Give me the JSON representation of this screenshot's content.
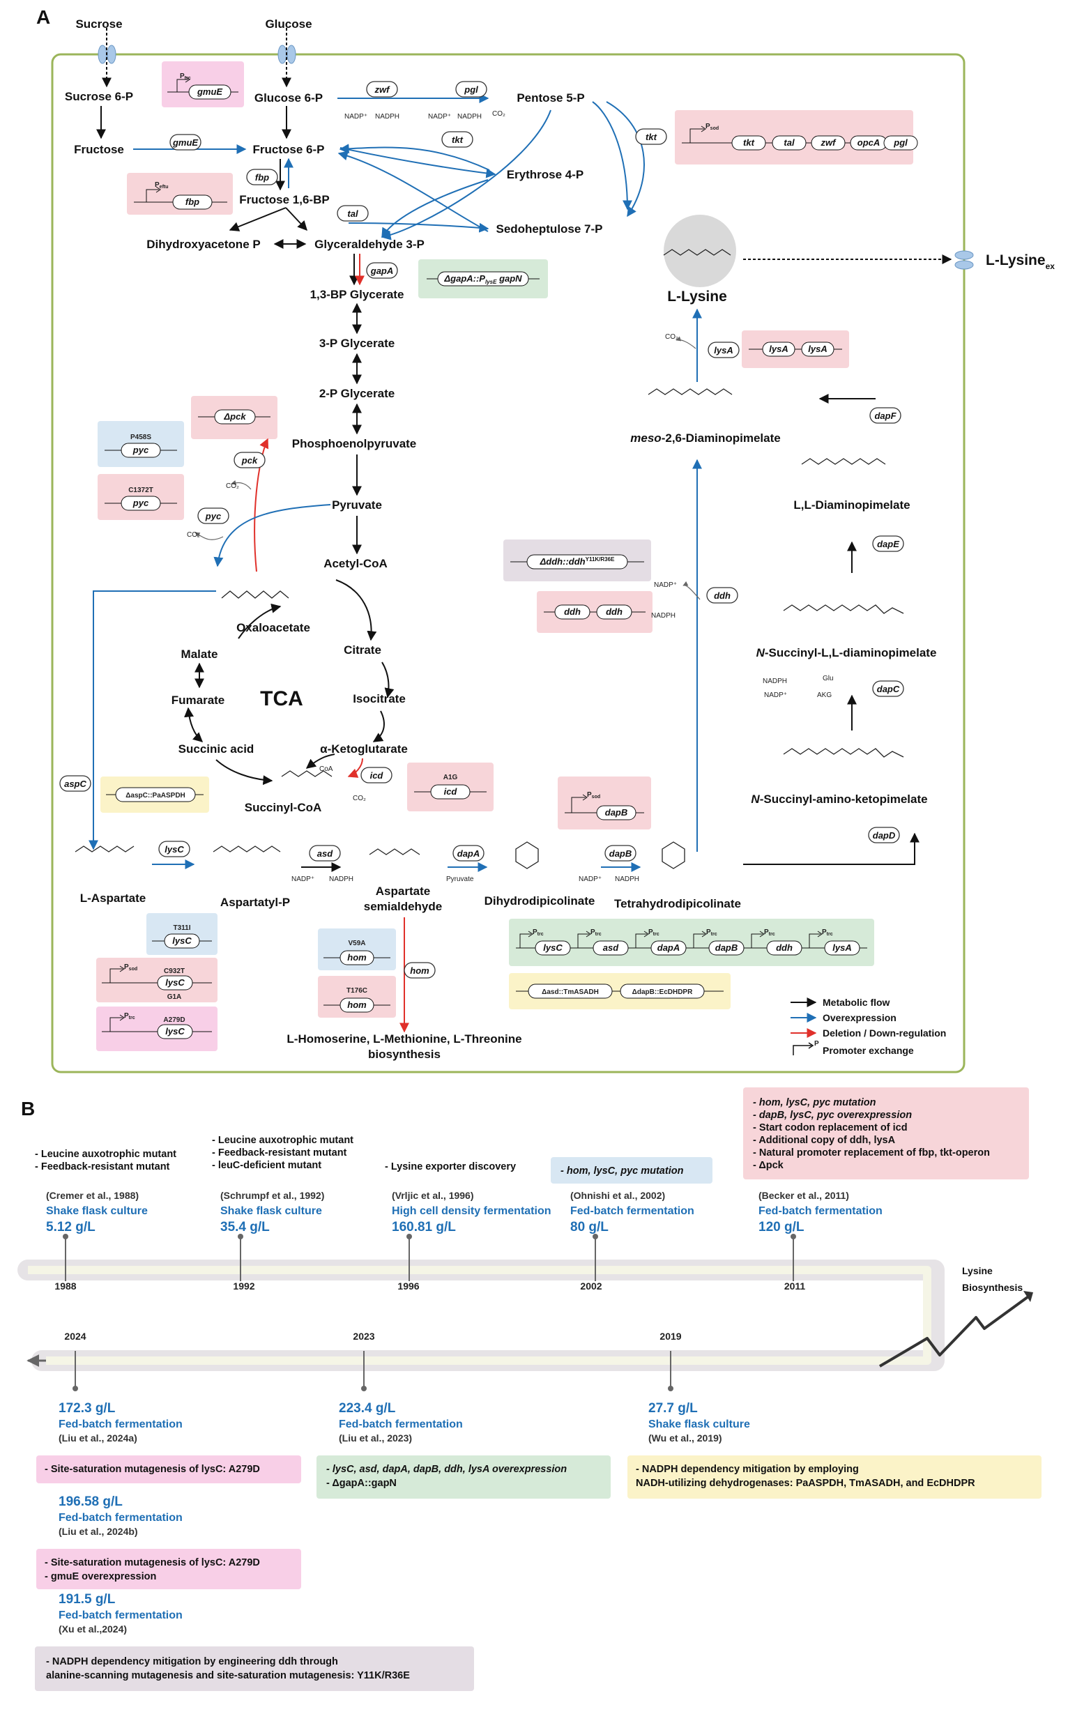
{
  "panels": {
    "a": "A",
    "b": "B"
  },
  "colors": {
    "metabolic": "#111111",
    "overexpression": "#1f6fb5",
    "deletion": "#e0302a",
    "cell_border": "#9bb55a",
    "pink": "#f7d5d9",
    "blue": "#d8e7f3",
    "green": "#d6ead8",
    "yellow": "#fbf3c8",
    "magenta": "#f8cfe7",
    "grey": "#e4dde4"
  },
  "metabolites": {
    "sucrose": "Sucrose",
    "glucose": "Glucose",
    "sucrose6p": "Sucrose 6-P",
    "glucose6p": "Glucose 6-P",
    "pentose5p": "Pentose 5-P",
    "fructose": "Fructose",
    "fructose6p": "Fructose 6-P",
    "erythrose4p": "Erythrose 4-P",
    "fructose16bp": "Fructose 1,6-BP",
    "dhap": "Dihydroxyacetone P",
    "g3p": "Glyceraldehyde 3-P",
    "sedoheptulose": "Sedoheptulose 7-P",
    "bpg": "1,3-BP Glycerate",
    "pg3": "3-P Glycerate",
    "pg2": "2-P Glycerate",
    "pep": "Phosphoenolpyruvate",
    "pyruvate": "Pyruvate",
    "acetylcoa": "Acetyl-CoA",
    "oxaloacetate": "Oxaloacetate",
    "citrate": "Citrate",
    "malate": "Malate",
    "isocitrate": "Isocitrate",
    "fumarate": "Fumarate",
    "tca": "TCA",
    "succinic": "Succinic acid",
    "akg": "α-Ketoglutarate",
    "succinylcoa": "Succinyl-CoA",
    "laspartate": "L-Aspartate",
    "aspartylp": "Aspartatyl-P",
    "asa1": "Aspartate",
    "asa2": "semialdehyde",
    "dhdp": "Dihydrodipicolinate",
    "thdp": "Tetrahydrodipicolinate",
    "homoserine1": "L-Homoserine, L-Methionine, L-Threonine",
    "homoserine2": "biosynthesis",
    "llysine": "L-Lysine",
    "lysine_ex": "L-Lysine",
    "lysine_ex_sub": "ex",
    "mesodap_prefix": "meso",
    "mesodap": "-2,6-Diaminopimelate",
    "lldap": "L,L-Diaminopimelate",
    "nsuccdap_prefix": "N",
    "nsuccdap": "-Succinyl-L,L-diaminopimelate",
    "nsuccakp_prefix": "N",
    "nsuccakp": "-Succinyl-amino-ketopimelate"
  },
  "cofactors": {
    "nadp": "NADP⁺",
    "nadph": "NADPH",
    "co2": "CO₂",
    "pyruvate": "Pyruvate",
    "glu": "Glu",
    "akg": "AKG",
    "coa": "CoA"
  },
  "enzymes": {
    "zwf": "zwf",
    "pgl": "pgl",
    "tkt": "tkt",
    "gmuE": "gmuE",
    "fbp": "fbp",
    "tal": "tal",
    "gapA": "gapA",
    "pck": "pck",
    "pyc": "pyc",
    "aspC": "aspC",
    "icd": "icd",
    "lysC": "lysC",
    "asd": "asd",
    "dapA": "dapA",
    "dapB": "dapB",
    "hom": "hom",
    "lysA": "lysA",
    "ddh": "ddh",
    "dapF": "dapF",
    "dapE": "dapE",
    "dapC": "dapC",
    "dapD": "dapD"
  },
  "constructs": {
    "gmuE_box": {
      "promoter": "P",
      "promoter_sub": "trc",
      "gene": "gmuE"
    },
    "fbp_box": {
      "promoter": "P",
      "promoter_sub": "eftu",
      "gene": "fbp"
    },
    "tkt_operon": {
      "promoter": "P",
      "promoter_sub": "sod",
      "genes": [
        "tkt",
        "tal",
        "zwf",
        "opcA",
        "pgl"
      ]
    },
    "gapN_box": {
      "text": "ΔgapA::P",
      "sub": "lysE",
      "gene": " gapN"
    },
    "pck_box": {
      "text": "Δpck"
    },
    "pyc_p458s": {
      "mutation": "P458S",
      "gene": "pyc"
    },
    "pyc_c1372t": {
      "mutation": "C1372T",
      "gene": "pyc"
    },
    "aspC_box": {
      "text": "ΔaspC::PaASPDH"
    },
    "icd_box": {
      "mutation": "A1G",
      "gene": "icd"
    },
    "dapB_box": {
      "promoter": "P",
      "promoter_sub": "sod",
      "gene": "dapB"
    },
    "lysA_box": {
      "genes": [
        "lysA",
        "lysA"
      ]
    },
    "ddh_mut": {
      "text": "Δddh::ddh",
      "sup": "Y11K/R36E"
    },
    "ddh_box": {
      "genes": [
        "ddh",
        "ddh"
      ]
    },
    "lysC_t311i": {
      "mutation": "T311I",
      "gene": "lysC"
    },
    "lysC_c932t": {
      "promoter": "P",
      "promoter_sub": "sod",
      "mutation": "C932T",
      "gene": "lysC",
      "mutation2": "G1A"
    },
    "lysC_a279d": {
      "promoter": "P",
      "promoter_sub": "trc",
      "mutation": "A279D",
      "gene": "lysC"
    },
    "hom_v59a": {
      "mutation": "V59A",
      "gene": "hom"
    },
    "hom_t176c": {
      "mutation": "T176C",
      "gene": "hom"
    },
    "big_operon": {
      "promoter": "P",
      "promoter_sub": "trc",
      "genes": [
        "lysC",
        "asd",
        "dapA",
        "dapB",
        "ddh",
        "lysA"
      ]
    },
    "tmasadh_box": {
      "items": [
        "Δasd::TmASADH",
        "ΔdapB::EcDHDPR"
      ]
    }
  },
  "legend": {
    "metabolic": "Metabolic flow",
    "overexpression": "Overexpression",
    "deletion": "Deletion / Down-regulation",
    "promoter": "Promoter exchange",
    "promoter_mark": "P"
  },
  "timeline": {
    "title1": "Lysine",
    "title2": "Biosynthesis",
    "years_top": [
      "1988",
      "1992",
      "1996",
      "2002",
      "2011"
    ],
    "years_bottom": [
      "2024",
      "2023",
      "2019"
    ],
    "e1988": {
      "notes": [
        "- Leucine auxotrophic mutant",
        "- Feedback-resistant mutant"
      ],
      "cite": "(Cremer et al., 1988)",
      "method": "Shake flask culture",
      "titer": "5.12 g/L"
    },
    "e1992": {
      "notes": [
        "- Leucine auxotrophic mutant",
        "- Feedback-resistant mutant",
        "- leuC-deficient mutant"
      ],
      "cite": "(Schrumpf et al., 1992)",
      "method": "Shake flask culture",
      "titer": "35.4 g/L"
    },
    "e1996": {
      "notes": [
        "- Lysine exporter discovery"
      ],
      "cite": "(Vrljic et al., 1996)",
      "method": "High cell density fermentation",
      "titer": "160.81 g/L"
    },
    "e2002": {
      "notes": [
        "- hom, lysC, pyc mutation"
      ],
      "cite": "(Ohnishi et al., 2002)",
      "method": "Fed-batch fermentation",
      "titer": "80 g/L"
    },
    "e2011": {
      "notes": [
        "- hom, lysC, pyc mutation",
        "- dapB, lysC, pyc overexpression",
        "- Start codon replacement of icd",
        "- Additional copy of ddh, lysA",
        "- Natural promoter replacement of fbp, tkt-operon",
        "- Δpck"
      ],
      "cite": "(Becker et al., 2011)",
      "method": "Fed-batch fermentation",
      "titer": "120 g/L"
    },
    "e2024a": {
      "titer": "172.3 g/L",
      "method": "Fed-batch fermentation",
      "cite": "(Liu et al., 2024a)",
      "notes": [
        "- Site-saturation mutagenesis of lysC: A279D"
      ]
    },
    "e2024b": {
      "titer": "196.58 g/L",
      "method": "Fed-batch fermentation",
      "cite": "(Liu et al., 2024b)",
      "notes": [
        "- Site-saturation mutagenesis of lysC: A279D",
        "- gmuE overexpression"
      ]
    },
    "e2024c": {
      "titer": "191.5 g/L",
      "method": "Fed-batch fermentation",
      "cite": "(Xu et al.,2024)",
      "notes": [
        "- NADPH dependency mitigation by engineering ddh through",
        "  alanine-scanning mutagenesis and site-saturation mutagenesis: Y11K/R36E"
      ]
    },
    "e2023": {
      "titer": "223.4 g/L",
      "method": "Fed-batch fermentation",
      "cite": "(Liu et al., 2023)",
      "notes": [
        "- lysC, asd, dapA, dapB, ddh, lysA overexpression",
        "- ΔgapA::gapN"
      ]
    },
    "e2019": {
      "titer": "27.7 g/L",
      "method": "Shake flask culture",
      "cite": "(Wu et al., 2019)",
      "notes": [
        "- NADPH dependency mitigation by employing",
        "  NADH-utilizing dehydrogenases: PaASPDH, TmASADH, and EcDHDPR"
      ]
    }
  }
}
